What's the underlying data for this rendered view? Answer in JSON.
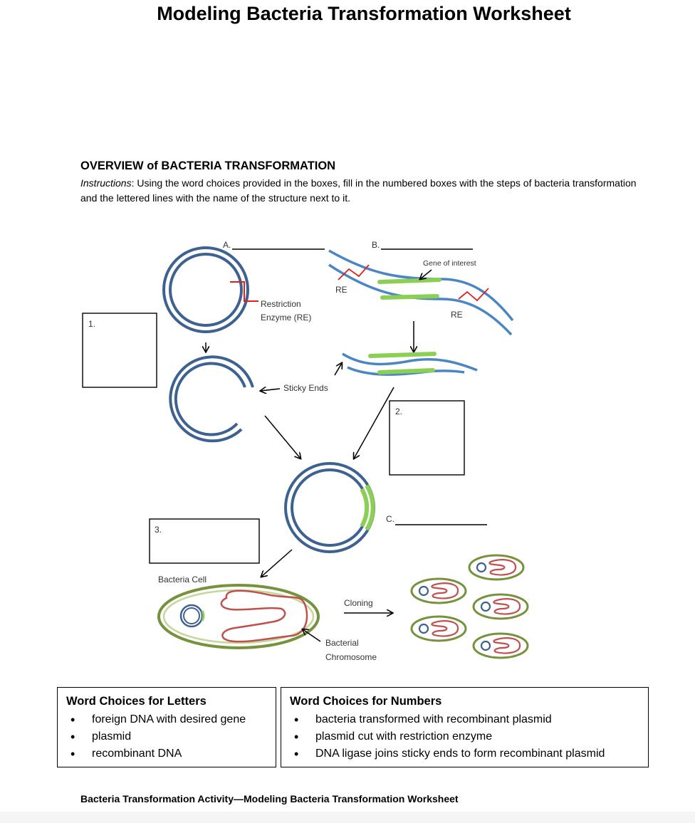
{
  "title": "Modeling Bacteria Transformation Worksheet",
  "overview": {
    "heading": "OVERVIEW of BACTERIA TRANSFORMATION",
    "instructions_label": "Instructions",
    "instructions_text": ": Using the word choices provided in the boxes, fill in the numbered boxes with the steps of bacteria transformation and the lettered lines with the name of the structure next to it."
  },
  "diagram": {
    "line_a": "A.",
    "line_b": "B.",
    "line_c": "C.",
    "box_1": "1.",
    "box_2": "2.",
    "box_3": "3.",
    "gene_of_interest": "Gene of interest",
    "re_left": "RE",
    "re_right": "RE",
    "restriction_enzyme_line1": "Restriction",
    "restriction_enzyme_line2": "Enzyme (RE)",
    "sticky_ends": "Sticky Ends",
    "bacteria_cell": "Bacteria Cell",
    "cloning": "Cloning",
    "bacterial_chromosome_line1": "Bacterial",
    "bacterial_chromosome_line2": "Chromosome",
    "colors": {
      "dna_blue": "#3e628f",
      "strand_blue": "#4a86c5",
      "gene_green": "#8ccf55",
      "re_red": "#e0201b",
      "chromosome_red": "#c0504d",
      "cell_green": "#76923c"
    }
  },
  "word_choices_letters": {
    "title": "Word Choices for Letters",
    "items": [
      "foreign DNA with desired gene",
      "plasmid",
      "recombinant DNA"
    ]
  },
  "word_choices_numbers": {
    "title": "Word Choices for Numbers",
    "items": [
      "bacteria transformed with recombinant plasmid",
      "plasmid cut with restriction enzyme",
      "DNA ligase joins sticky ends to form recombinant plasmid"
    ]
  },
  "footer": "Bacteria Transformation Activity—Modeling Bacteria Transformation Worksheet"
}
